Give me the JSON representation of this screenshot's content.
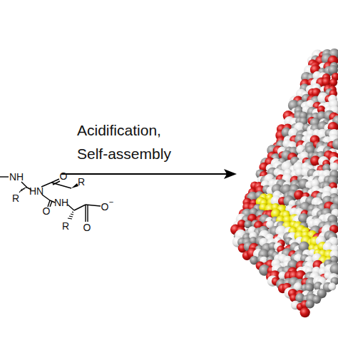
{
  "diagram": {
    "labels": [
      "Acidification, Self-assembly",
      "NH",
      "O",
      "R",
      "HN",
      "R",
      "NH",
      "O",
      "R",
      "O",
      "O",
      "−"
    ]
  }
}
